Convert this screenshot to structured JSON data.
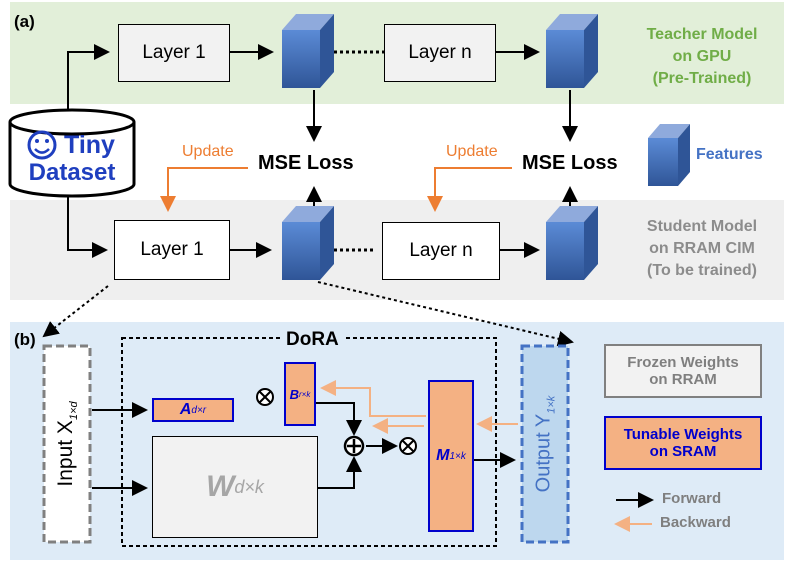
{
  "panel_a": {
    "label": "(a)",
    "dataset": {
      "icon": "smiley-icon",
      "line1": "Tiny",
      "line2": "Dataset"
    },
    "teacher": {
      "layer1": "Layer 1",
      "layern": "Layer n",
      "title_line1": "Teacher Model",
      "title_line2": "on GPU",
      "title_line3": "(Pre-Trained)"
    },
    "student": {
      "layer1": "Layer 1",
      "layern": "Layer n",
      "title_line1": "Student Model",
      "title_line2": "on RRAM CIM",
      "title_line3": "(To be trained)"
    },
    "mse_loss_1": "MSE Loss",
    "mse_loss_2": "MSE Loss",
    "update_1": "Update",
    "update_2": "Update",
    "features_label": "Features"
  },
  "panel_b": {
    "label": "(b)",
    "dora_title": "DoRA",
    "input_label": "Input X",
    "input_sub": "1×d",
    "output_label": "Output Y",
    "output_sub": "1×k",
    "A_label": "A",
    "A_sub": "d×r",
    "B_label": "B",
    "B_sub": "r×k",
    "W_label": "W",
    "W_sub": "d×k",
    "M_label": "M",
    "M_sub": "1×k",
    "legend": {
      "frozen_line1": "Frozen Weights",
      "frozen_line2": "on RRAM",
      "tunable_line1": "Tunable Weights",
      "tunable_line2": "on SRAM",
      "forward": "Forward",
      "backward": "Backward"
    }
  },
  "colors": {
    "teacher_band": "#e2efd9",
    "student_band": "#efefef",
    "panel_b_bg": "#deebf7",
    "feature_blue": "#4472c4",
    "update_orange": "#ed7d31",
    "teacher_green": "#70ad47",
    "tunable_fill": "#f4b183",
    "tunable_border": "#0000cc",
    "backward_arrow": "#f4b183"
  }
}
